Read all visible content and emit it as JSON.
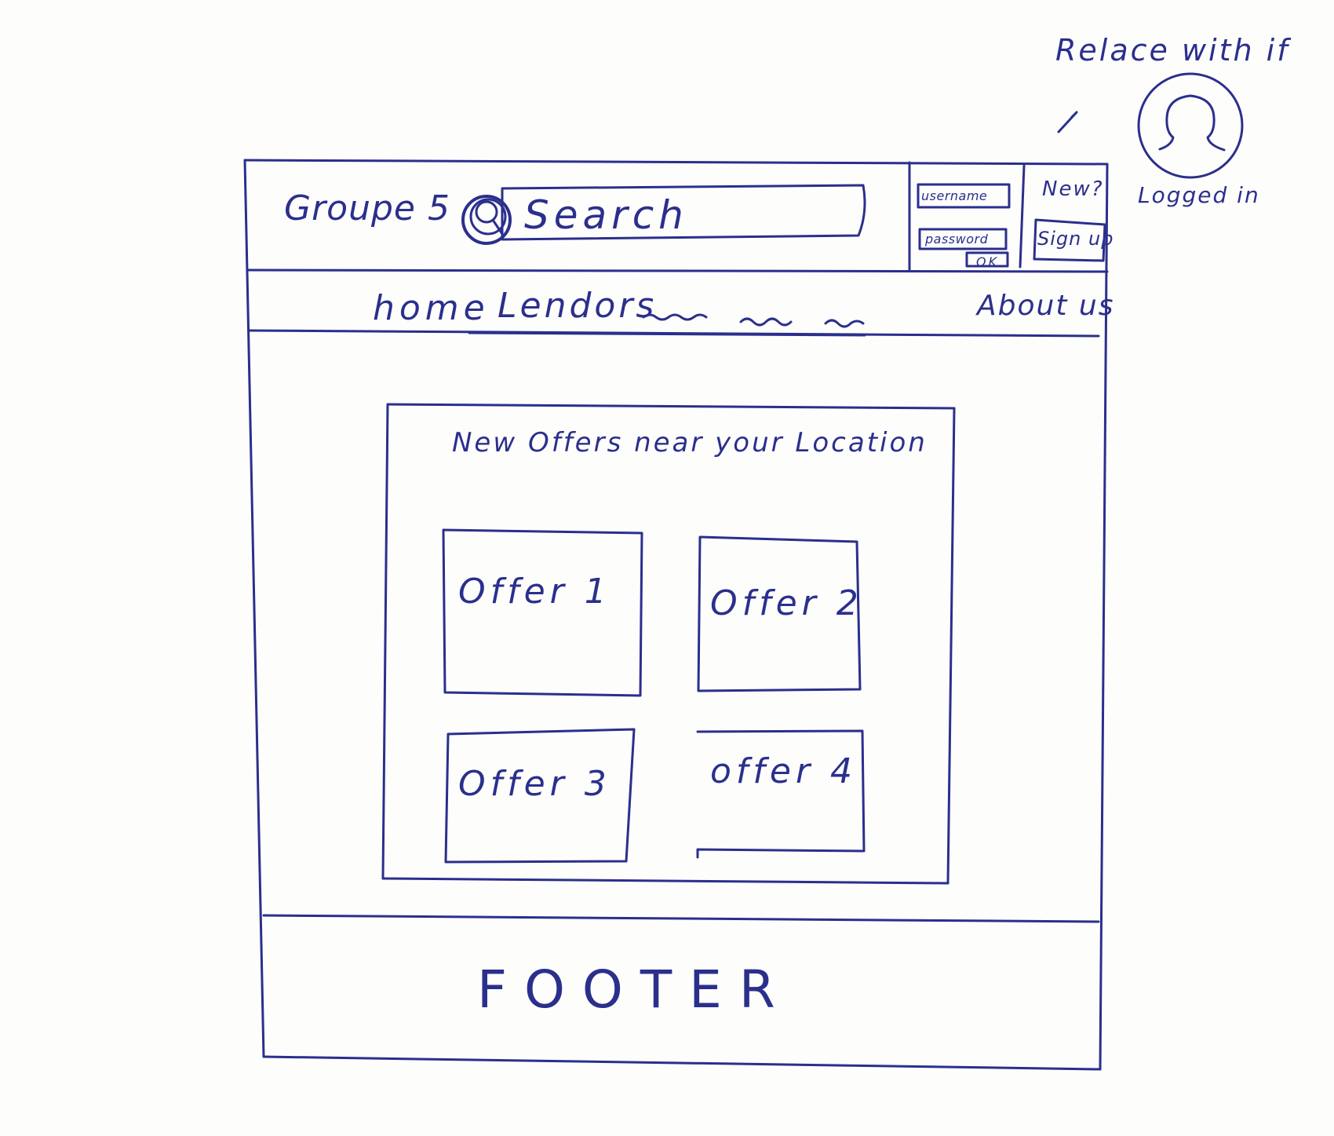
{
  "annotation": {
    "note": "Relace with if",
    "state_label": "Logged in",
    "icon": "user-avatar-icon"
  },
  "header": {
    "logo": "Groupe 5",
    "search": {
      "icon": "search-icon",
      "placeholder": "Search"
    },
    "login": {
      "username_label": "username",
      "password_label": "password",
      "ok_label": "OK"
    },
    "register": {
      "prompt": "New?",
      "button_label": "Sign up"
    }
  },
  "nav": {
    "items": [
      {
        "label": "home"
      },
      {
        "label": "Lendors"
      }
    ],
    "about": "About us"
  },
  "main": {
    "section_title": "New Offers near your Location",
    "offers": [
      {
        "label": "Offer 1"
      },
      {
        "label": "Offer 2"
      },
      {
        "label": "Offer 3"
      },
      {
        "label": "offer 4"
      }
    ]
  },
  "footer": {
    "label": "FOOTER"
  },
  "colors": {
    "ink": "#2b2f8c",
    "paper": "#fdfdfc"
  }
}
